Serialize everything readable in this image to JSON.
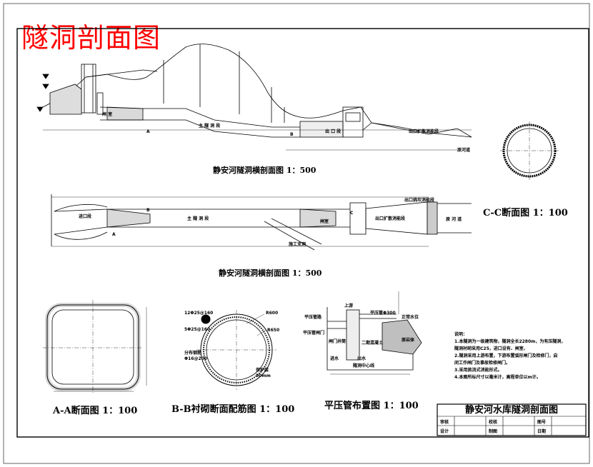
{
  "sheet_title": "隧洞剖面图",
  "captions": {
    "longitudinal": "静安河隧洞横剖面图 1：500",
    "plan": "静安河隧洞横剖面图 1：500",
    "section_cc": "C-C断面图 1：100",
    "section_aa": "A-A断面图 1：100",
    "section_bb": "B-B衬砌断面配筋图 1：100",
    "pressure_pipe": "平压管布置图 1：100"
  },
  "section_marks": {
    "a": "A",
    "b": "B",
    "c": "C"
  },
  "long_labels": {
    "tunnel": "主 隧 洞 段",
    "gate_shaft": "闸 室",
    "outlet": "出 口 段",
    "original_channel": "原河道",
    "outlet_note": "出口扩散消能段"
  },
  "plan_labels": {
    "tunnel": "主 隧 洞 段",
    "gate_shaft": "闸室",
    "water_inlet": "进口段",
    "branch": "施工支洞",
    "outlet": "出口扩散消能段",
    "original_channel": "原 河 道",
    "top_note": "出口挑坎消能段"
  },
  "bb_labels": {
    "rebar1": "12Φ25@160",
    "rebar2": "5Φ25@160",
    "dist": "分布钢筋",
    "dist2": "Φ16@200",
    "dia1": "R600",
    "dia2": "R650",
    "cover": "保护层",
    "cover2": "50mm"
  },
  "pp_labels": {
    "pipe1": "平压管路",
    "pipe2": "平压管Φ300",
    "gate": "平压管闸门",
    "valve": "闸门井筒",
    "concrete": "二期混凝土",
    "water": "正常水位",
    "inlet": "进水",
    "outlet": "出水",
    "bottom": "隧洞中心线",
    "up": "上游",
    "rock": "原岩体"
  },
  "notes": {
    "heading": "说明：",
    "lines": [
      "1.本隧洞为一级建筑物，隧洞全长2280m，为有压隧洞，",
      "   隧洞衬砌采用C25，进口设有、闸室、",
      "2.隧洞采用上游布置，下游布置弧形闸门及检修门，启",
      "   闭工作闸门及事故检修闸门。",
      "3.采用挑流式消能形式。",
      "4.本图所标尺寸以毫米计，高程单位以m计。"
    ]
  },
  "title_block": {
    "project": "静安河水库隧洞剖面图",
    "rows": [
      [
        "审核",
        "",
        "校核",
        "",
        "图号",
        ""
      ],
      [
        "设计",
        "",
        "制图",
        "",
        "日期",
        ""
      ]
    ]
  }
}
